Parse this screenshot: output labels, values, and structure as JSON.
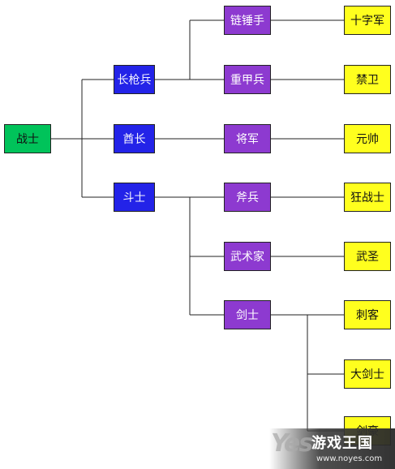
{
  "root": {
    "label": "战士",
    "color": "#00c35a"
  },
  "tier1": [
    {
      "label": "长枪兵"
    },
    {
      "label": "酋长"
    },
    {
      "label": "斗士"
    }
  ],
  "tier2": [
    {
      "label": "链锤手"
    },
    {
      "label": "重甲兵"
    },
    {
      "label": "将军"
    },
    {
      "label": "斧兵"
    },
    {
      "label": "武术家"
    },
    {
      "label": "剑士"
    }
  ],
  "tier3": [
    {
      "label": "十字军"
    },
    {
      "label": "禁卫"
    },
    {
      "label": "元帅"
    },
    {
      "label": "狂战士"
    },
    {
      "label": "武圣"
    },
    {
      "label": "刺客"
    },
    {
      "label": "大剑士"
    },
    {
      "label": "剑豪"
    }
  ],
  "colors": {
    "root": "#00c35a",
    "tier1": "#2323e8",
    "tier2": "#8d3ad0",
    "tier3": "#ffff1e",
    "connector": "#222222"
  },
  "watermark": {
    "title": "游戏王国",
    "url": "www.noyes.com"
  }
}
